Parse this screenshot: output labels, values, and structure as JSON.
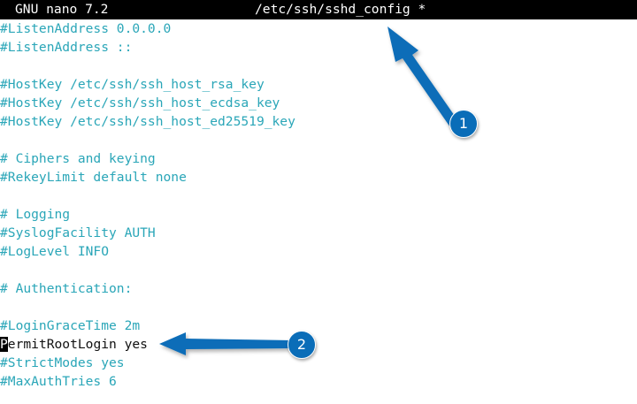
{
  "titlebar": {
    "app": "GNU nano 7.2",
    "file": "/etc/ssh/sshd_config *"
  },
  "editor": {
    "lines": [
      {
        "text": "#ListenAddress 0.0.0.0",
        "type": "comment"
      },
      {
        "text": "#ListenAddress ::",
        "type": "comment"
      },
      {
        "text": "",
        "type": "blank"
      },
      {
        "text": "#HostKey /etc/ssh/ssh_host_rsa_key",
        "type": "comment"
      },
      {
        "text": "#HostKey /etc/ssh/ssh_host_ecdsa_key",
        "type": "comment"
      },
      {
        "text": "#HostKey /etc/ssh/ssh_host_ed25519_key",
        "type": "comment"
      },
      {
        "text": "",
        "type": "blank"
      },
      {
        "text": "# Ciphers and keying",
        "type": "comment"
      },
      {
        "text": "#RekeyLimit default none",
        "type": "comment"
      },
      {
        "text": "",
        "type": "blank"
      },
      {
        "text": "# Logging",
        "type": "comment"
      },
      {
        "text": "#SyslogFacility AUTH",
        "type": "comment"
      },
      {
        "text": "#LogLevel INFO",
        "type": "comment"
      },
      {
        "text": "",
        "type": "blank"
      },
      {
        "text": "# Authentication:",
        "type": "comment"
      },
      {
        "text": "",
        "type": "blank"
      },
      {
        "text": "#LoginGraceTime 2m",
        "type": "comment"
      },
      {
        "cursor_char": "P",
        "rest": "ermitRootLogin yes",
        "type": "active"
      },
      {
        "text": "#StrictModes yes",
        "type": "comment"
      },
      {
        "text": "#MaxAuthTries 6",
        "type": "comment"
      }
    ]
  },
  "annotations": [
    {
      "number": "1",
      "target": "title file name"
    },
    {
      "number": "2",
      "target": "PermitRootLogin yes line"
    }
  ],
  "colors": {
    "comment": "#2aa6b8",
    "text": "#111111",
    "titlebar_bg": "#000000",
    "annotation": "#0a6db8"
  }
}
